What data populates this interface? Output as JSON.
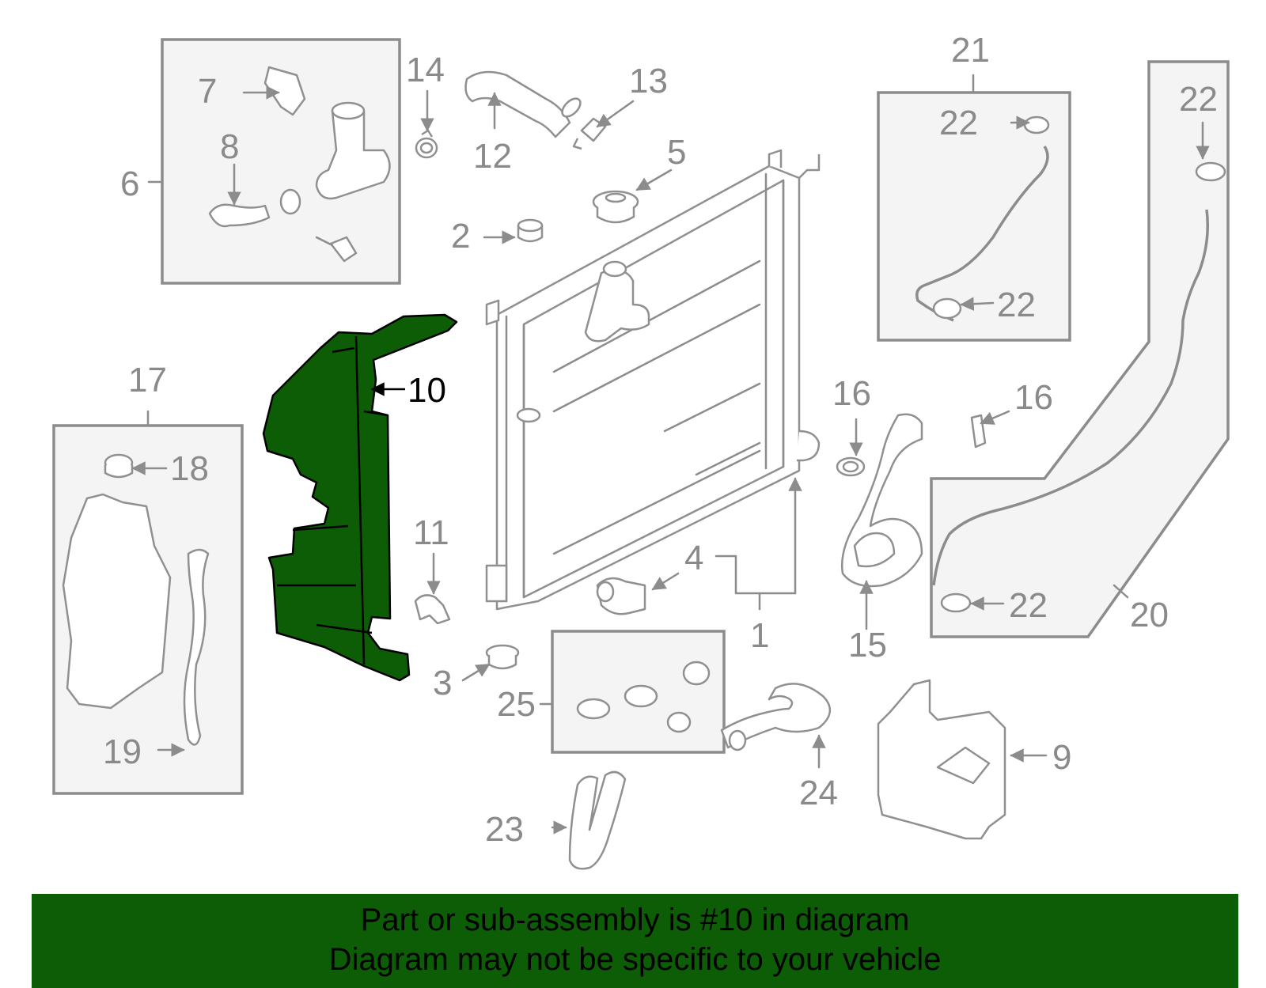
{
  "labels": {
    "l1": "1",
    "l2": "2",
    "l3": "3",
    "l4": "4",
    "l5": "5",
    "l6": "6",
    "l7": "7",
    "l8": "8",
    "l9": "9",
    "l10": "10",
    "l11": "11",
    "l12": "12",
    "l13": "13",
    "l14": "14",
    "l15": "15",
    "l16a": "16",
    "l16b": "16",
    "l17": "17",
    "l18": "18",
    "l19": "19",
    "l20": "20",
    "l21": "21",
    "l22a": "22",
    "l22b": "22",
    "l22c": "22",
    "l22d": "22",
    "l23": "23",
    "l24": "24",
    "l25": "25"
  },
  "highlight": {
    "part_number": "10",
    "color": "#0d5c06"
  },
  "footer": {
    "line1": "Part or sub-assembly is #10 in diagram",
    "line2": "Diagram may not be specific to your vehicle",
    "background": "#0d5c06"
  }
}
